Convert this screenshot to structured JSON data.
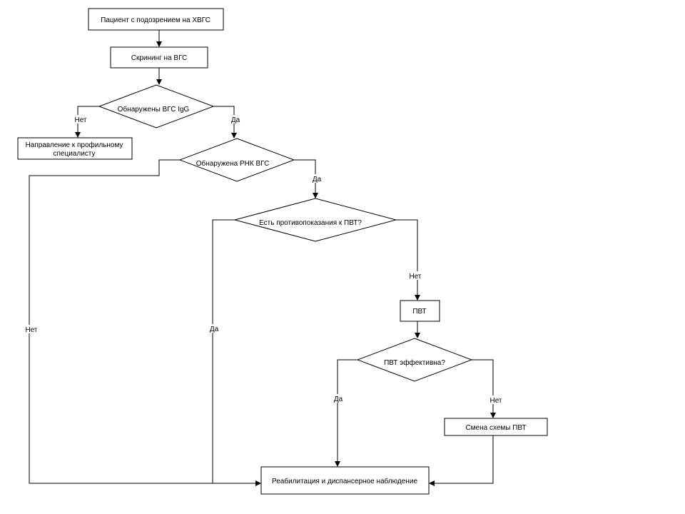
{
  "nodes": {
    "patient": "Пациент с подозрением на ХВГС",
    "screening": "Скрининг на ВГС",
    "igg_detected": "Обнаружены ВГС IgG",
    "referral_line1": "Направление к профильному",
    "referral_line2": "специалисту",
    "rna_detected": "Обнаружена РНК ВГС",
    "contraindications": "Есть противопоказания к ПВТ?",
    "pvt": "ПВТ",
    "pvt_effective": "ПВТ эффективна?",
    "change_scheme": "Смена схемы ПВТ",
    "rehab": "Реабилитация и диспансерное наблюдение"
  },
  "edge_labels": {
    "igg_no": "Нет",
    "igg_yes": "Да",
    "rna_yes": "Да",
    "rna_no": "Нет",
    "contra_no": "Нет",
    "contra_yes": "Да",
    "effective_yes": "Да",
    "effective_no": "Нет"
  }
}
